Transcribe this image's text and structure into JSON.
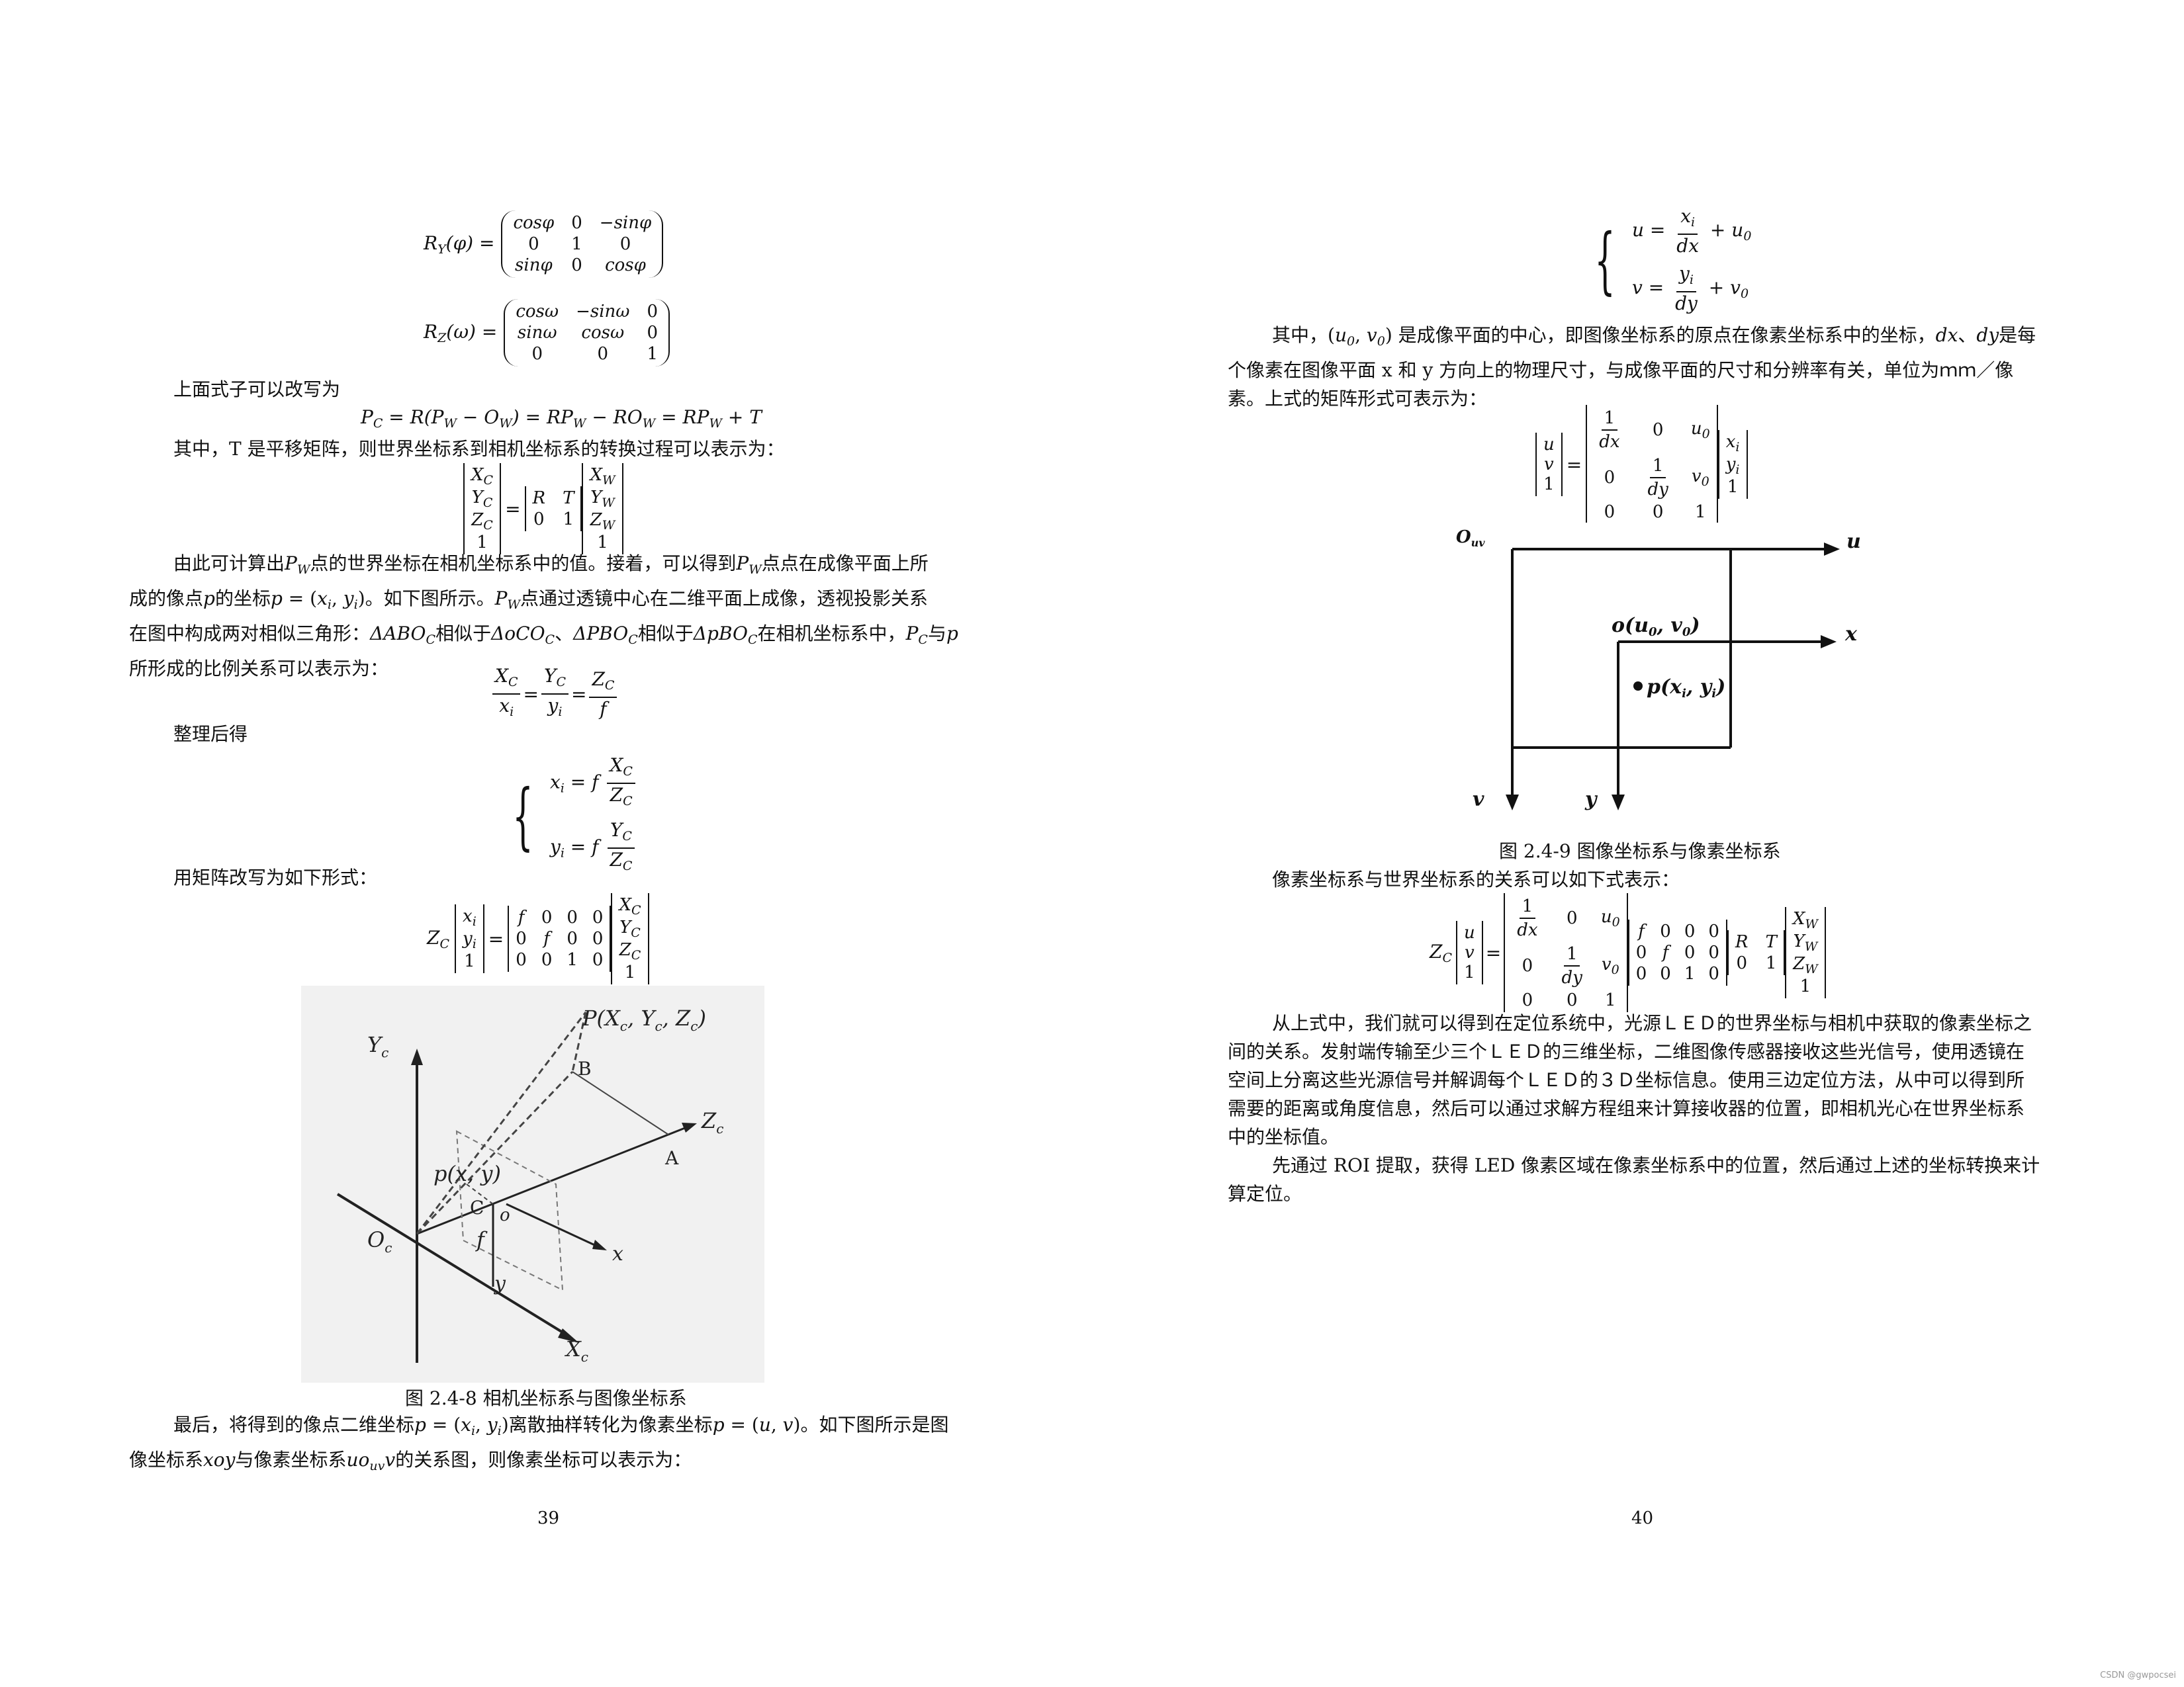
{
  "left_page": {
    "text_rewrite": "上面式子可以改写为",
    "text_translation_1": "其中，T 是平移矩阵，则世界坐标系到相机坐标系的转换过程可以表示为：",
    "para1_line1_a": "由此可计算出",
    "para1_line1_b": "点的世界坐标在相机坐标系中的值。接着，可以得到",
    "para1_line1_c": "点点在成像平面上所",
    "para1_line2_a": "成的像点",
    "para1_line2_b": "的坐标",
    "para1_line2_c": "。如下图所示。",
    "para1_line2_d": "点通过透镜中心在二维平面上成像，透视投影关系",
    "para1_line3_a": "在图中构成两对相似三角形：",
    "para1_line3_b": "相似于",
    "para1_line3_c": "、",
    "para1_line3_d": "相似于",
    "para1_line3_e": "在相机坐标系中，",
    "para1_line3_f": "与",
    "para1_line4": "所形成的比例关系可以表示为：",
    "text_arrange": "整理后得",
    "text_matrix_form": "用矩阵改写为如下形式：",
    "figure_caption": "图 2.4-8  相机坐标系与图像坐标系",
    "last_line1_a": "最后，将得到的像点二维坐标",
    "last_line1_b": "离散抽样转化为像素坐标",
    "last_line1_c": "。如下图所示是图",
    "last_line2_a": "像坐标系",
    "last_line2_b": "与像素坐标系",
    "last_line2_c": "的关系图，则像素坐标可以表示为：",
    "page_number": "39",
    "fig_labels": {
      "P": "P(X",
      "P_c": "c",
      "Yc": "Y",
      "Zc": "Z",
      "Xc": "X",
      "Oc": "O",
      "B": "B",
      "A": "A",
      "C": "C",
      "o": "o",
      "p": "p(x, y)",
      "f": "f",
      "x": "x",
      "y": "y",
      "sub_c": "c"
    }
  },
  "right_page": {
    "para_center_a": "其中，",
    "para_center_b": "是成像平面的中心，即图像坐标系的原点在像素坐标系中的坐标，",
    "para_center_c": "是每",
    "para_center_line2": "个像素在图像平面 x 和  y  方向上的物理尺寸，与成像平面的尺寸和分辨率有关，单位为ｍｍ／像",
    "para_center_line3": "素。上式的矩阵形式可表示为：",
    "figure_caption": "图 2.4-9  图像坐标系与像素坐标系",
    "text_relation": "像素坐标系与世界坐标系的关系可以如下式表示：",
    "para_led": [
      "从上式中，我们就可以得到在定位系统中，光源ＬＥＤ的世界坐标与相机中获取的像素坐标之",
      "间的关系。发射端传输至少三个ＬＥＤ的三维坐标，二维图像传感器接收这些光信号，使用透镜在",
      "空间上分离这些光源信号并解调每个ＬＥＤ的３Ｄ坐标信息。使用三边定位方法，从中可以得到所",
      "需要的距离或角度信息，然后可以通过求解方程组来计算接收器的位置，即相机光心在世界坐标系",
      "中的坐标值。"
    ],
    "para_roi": [
      "先通过 ROI 提取，获得 LED 像素区域在像素坐标系中的位置，然后通过上述的坐标转换来计",
      "算定位。"
    ],
    "page_number": "40",
    "fig_labels": {
      "Ouv": "O",
      "uv": "uv",
      "u": "u",
      "x": "x",
      "o": "o(u",
      "o_tail": ", v",
      "p": "p(x",
      "p_tail": ", y",
      "v": "v",
      "y": "y"
    }
  },
  "watermark": "CSDN @gwpocsei"
}
